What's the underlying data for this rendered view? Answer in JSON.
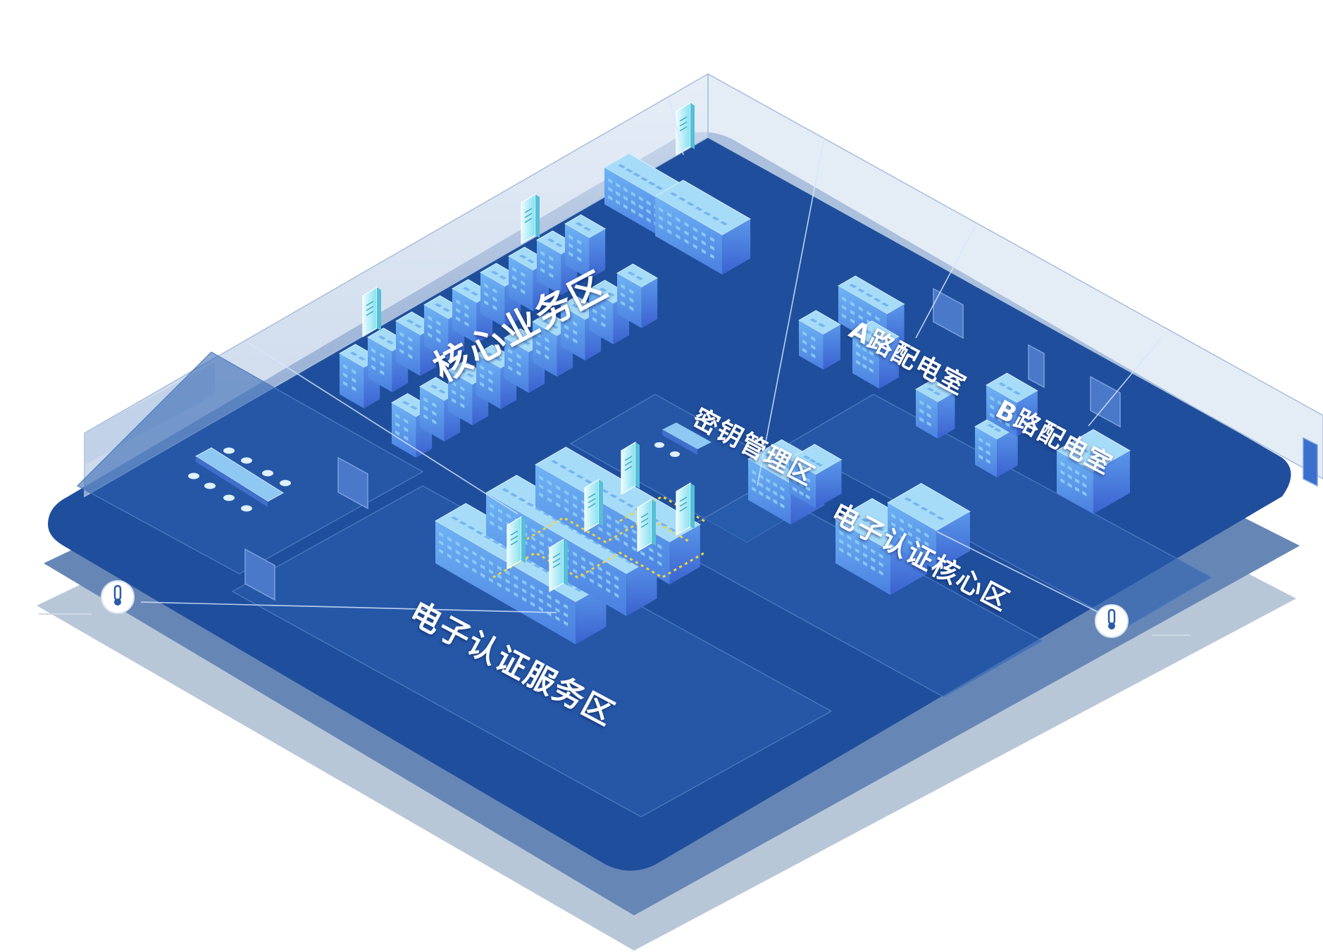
{
  "zones": {
    "core_business": "核心业务区",
    "key_management": "密钥管理区",
    "e_auth_service": "电子认证服务区",
    "e_auth_core": "电子认证核心区",
    "power_room_a": "A路配电室",
    "power_room_b": "B路配电室"
  },
  "colors": {
    "floor_top": "#1f4f9c",
    "floor_mid": "#5f82b7",
    "floor_shadow": "#b7c6d8",
    "wall": "#c8d7ea",
    "rack_top": "#9fd6f7",
    "rack_left": "#4f8fe6",
    "rack_right": "#3a6fd6",
    "sensor_beam": "#cfe3ff",
    "dashed_path": "#f2d43b"
  },
  "icons": [
    "thermometer-sensor-icon",
    "cctv-camera-icon",
    "door-icon",
    "meeting-table-icon"
  ]
}
